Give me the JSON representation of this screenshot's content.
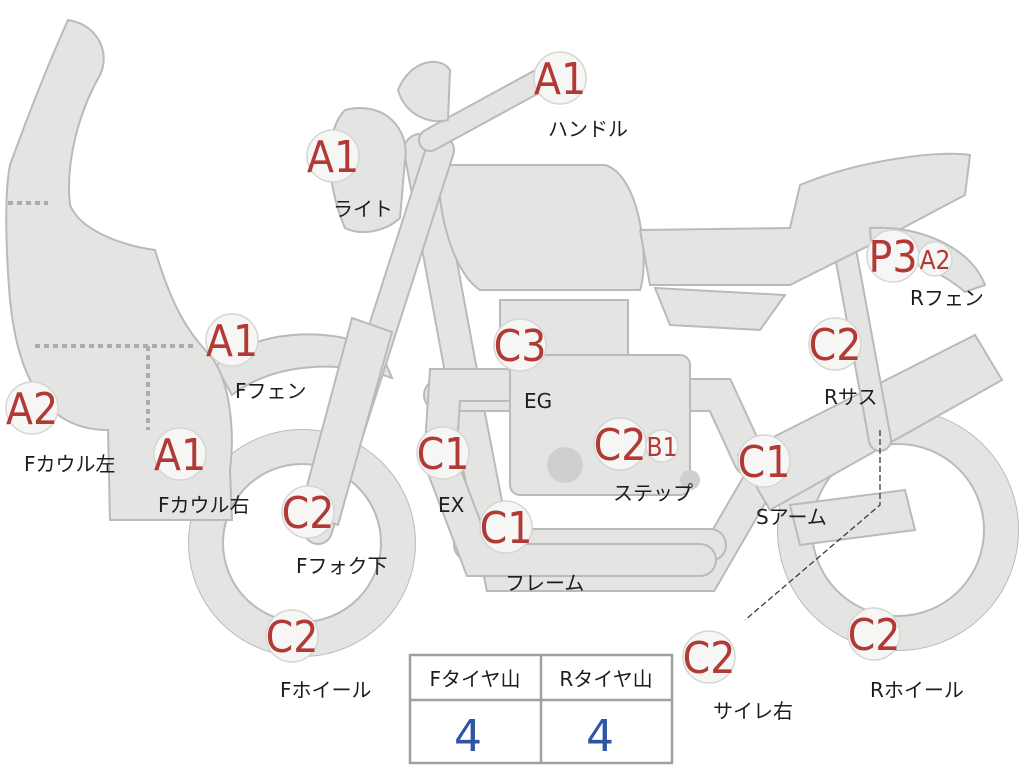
{
  "parts": {
    "handle": {
      "grade": "A1",
      "label": "ハンドル"
    },
    "light": {
      "grade": "A1",
      "label": "ライト"
    },
    "f_fender": {
      "grade": "A1",
      "label": "Fフェン"
    },
    "f_cowl_left": {
      "grade": "A2",
      "label": "Fカウル左"
    },
    "f_cowl_right": {
      "grade": "A1",
      "label": "Fカウル右"
    },
    "f_fork": {
      "grade": "C2",
      "label": "Fフォク下"
    },
    "f_wheel": {
      "grade": "C2",
      "label": "Fホイール"
    },
    "ex": {
      "grade": "C1",
      "label": "EX"
    },
    "eg": {
      "grade": "C3",
      "label": "EG"
    },
    "frame": {
      "grade": "C1",
      "label": "フレーム"
    },
    "step": {
      "grade": "C2",
      "grade2": "B1",
      "label": "ステップ"
    },
    "s_arm": {
      "grade": "C1",
      "label": "Sアーム"
    },
    "r_sus": {
      "grade": "C2",
      "label": "Rサス"
    },
    "r_fender": {
      "grade": "P3",
      "grade2": "A2",
      "label": "Rフェン"
    },
    "r_wheel": {
      "grade": "C2",
      "label": "Rホイール"
    },
    "silencer_r": {
      "grade": "C2",
      "label": "サイレ右"
    }
  },
  "tire_table": {
    "front_header": "Fタイヤ山",
    "rear_header": "Rタイヤ山",
    "front_value": "4",
    "rear_value": "4"
  }
}
